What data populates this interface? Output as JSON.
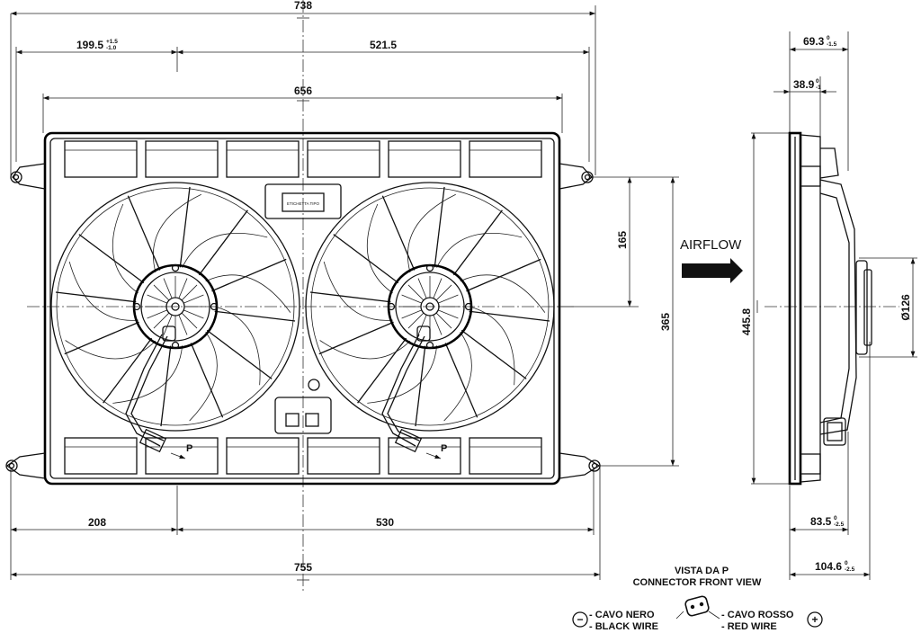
{
  "front_view": {
    "dims": {
      "overall_top": "738",
      "left_offset": "199.5",
      "left_offset_tol_upper": "+1.5",
      "left_offset_tol_lower": "-1.0",
      "center_span_top": "521.5",
      "frame_width": "656",
      "upper_height": "165",
      "mount_height": "365",
      "bottom_left": "208",
      "bottom_span": "530",
      "overall_bottom": "755"
    },
    "frame_label": "ETICHETTA TIPO"
  },
  "side_view": {
    "dims": {
      "depth_top": "69.3",
      "depth_top_tol_upper": "0",
      "depth_top_tol_lower": "-1.5",
      "flange_depth": "38.9",
      "flange_tol_upper": "0",
      "flange_tol_lower": "-1",
      "height": "445.8",
      "motor_dia": "Ø126",
      "depth_bottom": "83.5",
      "depth_bottom_tol_upper": "0",
      "depth_bottom_tol_lower": "-2.5",
      "overall_depth": "104.6",
      "overall_depth_tol_upper": "0",
      "overall_depth_tol_lower": "-2.5"
    },
    "airflow_label": "AIRFLOW"
  },
  "connector": {
    "title_it": "VISTA DA P",
    "title_en": "CONNECTOR FRONT VIEW",
    "black_it": "- CAVO NERO",
    "black_en": "- BLACK WIRE",
    "red_it": "- CAVO ROSSO",
    "red_en": "- RED WIRE",
    "neg_symbol": "−",
    "pos_symbol": "+"
  },
  "view_marker": "P"
}
